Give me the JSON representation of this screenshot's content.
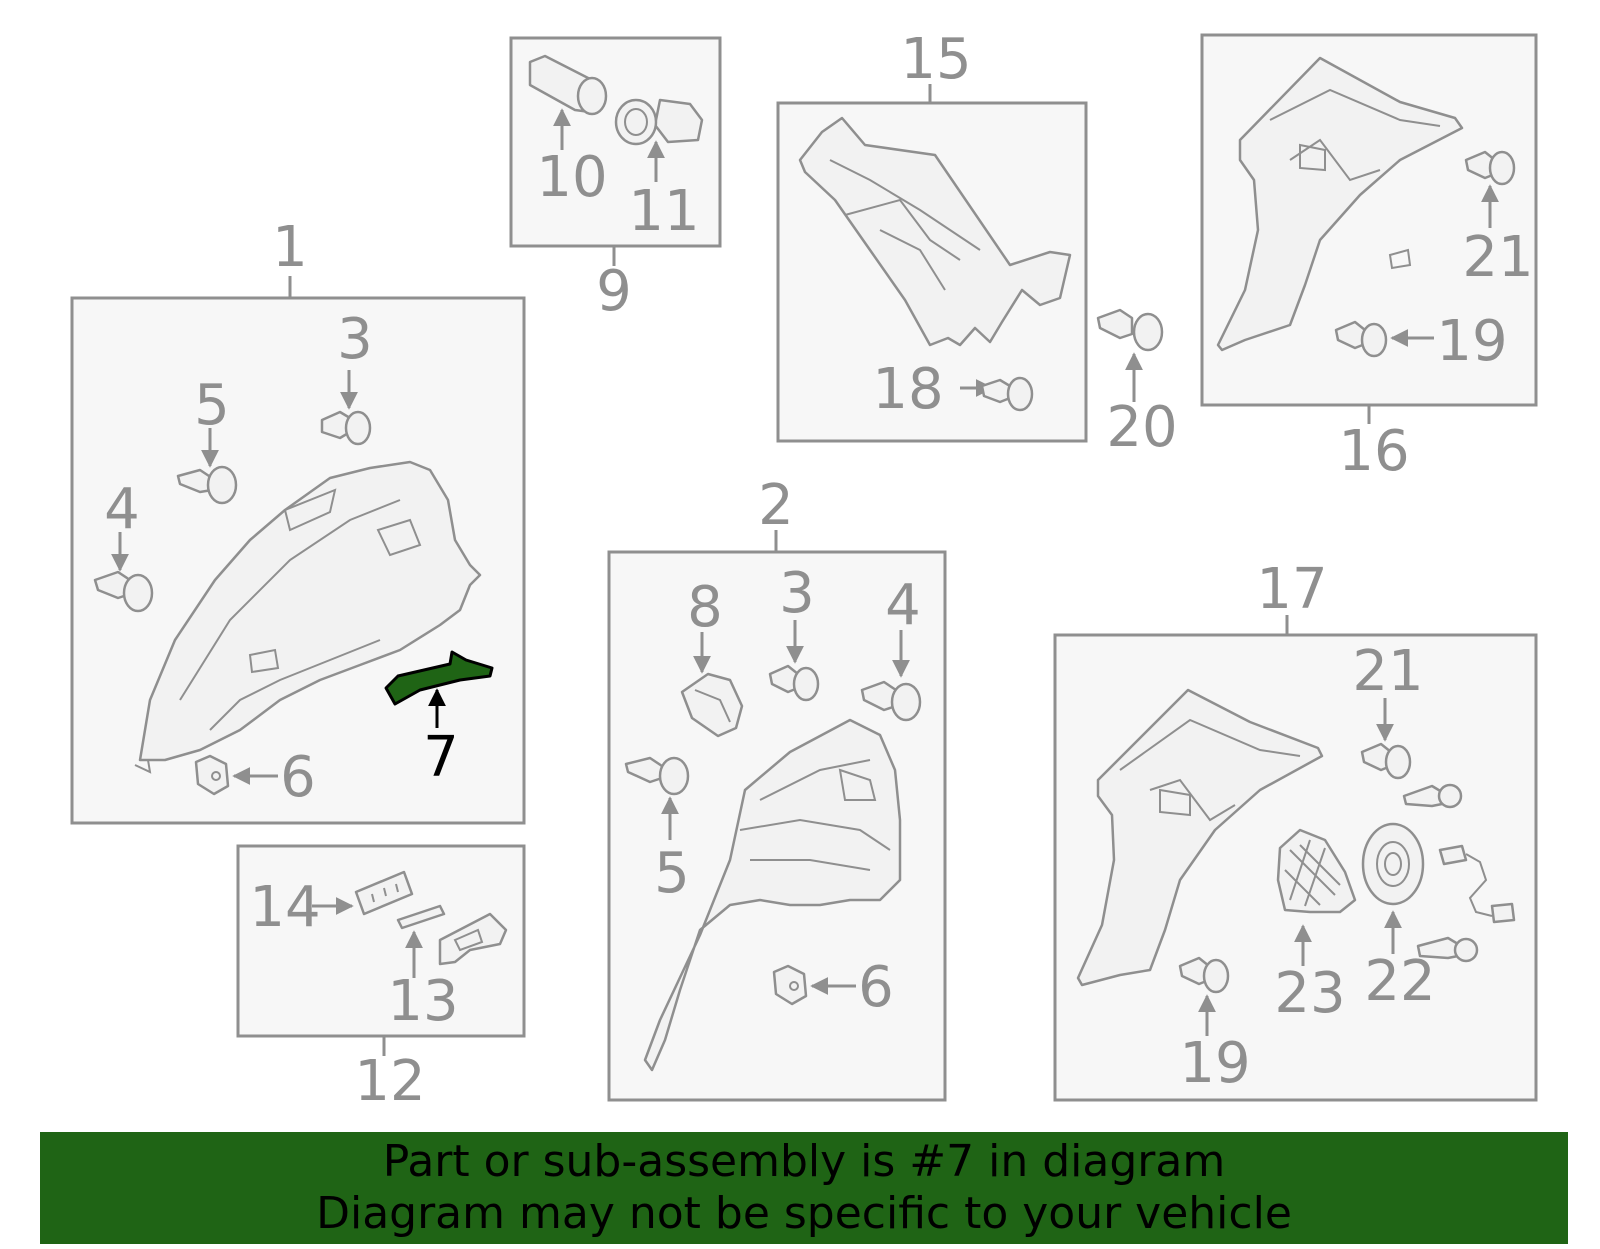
{
  "callouts": {
    "c1": "1",
    "c2": "2",
    "c3a": "3",
    "c3b": "3",
    "c4a": "4",
    "c4b": "4",
    "c5a": "5",
    "c5b": "5",
    "c6a": "6",
    "c6b": "6",
    "c7": "7",
    "c8": "8",
    "c9": "9",
    "c10": "10",
    "c11": "11",
    "c12": "12",
    "c13": "13",
    "c14": "14",
    "c15": "15",
    "c16": "16",
    "c17": "17",
    "c18": "18",
    "c19a": "19",
    "c19b": "19",
    "c20": "20",
    "c21a": "21",
    "c21b": "21",
    "c22": "22",
    "c23": "23"
  },
  "highlight": {
    "part_number": "7",
    "color": "#1f6415"
  },
  "colors": {
    "line": "#8f8f8f",
    "box_fill": "#f7f7f7",
    "banner_bg": "#1f6415",
    "banner_text": "#000000"
  },
  "banner": {
    "line1": "Part or sub-assembly is #7 in diagram",
    "line2": "Diagram may not be specific to your vehicle"
  }
}
